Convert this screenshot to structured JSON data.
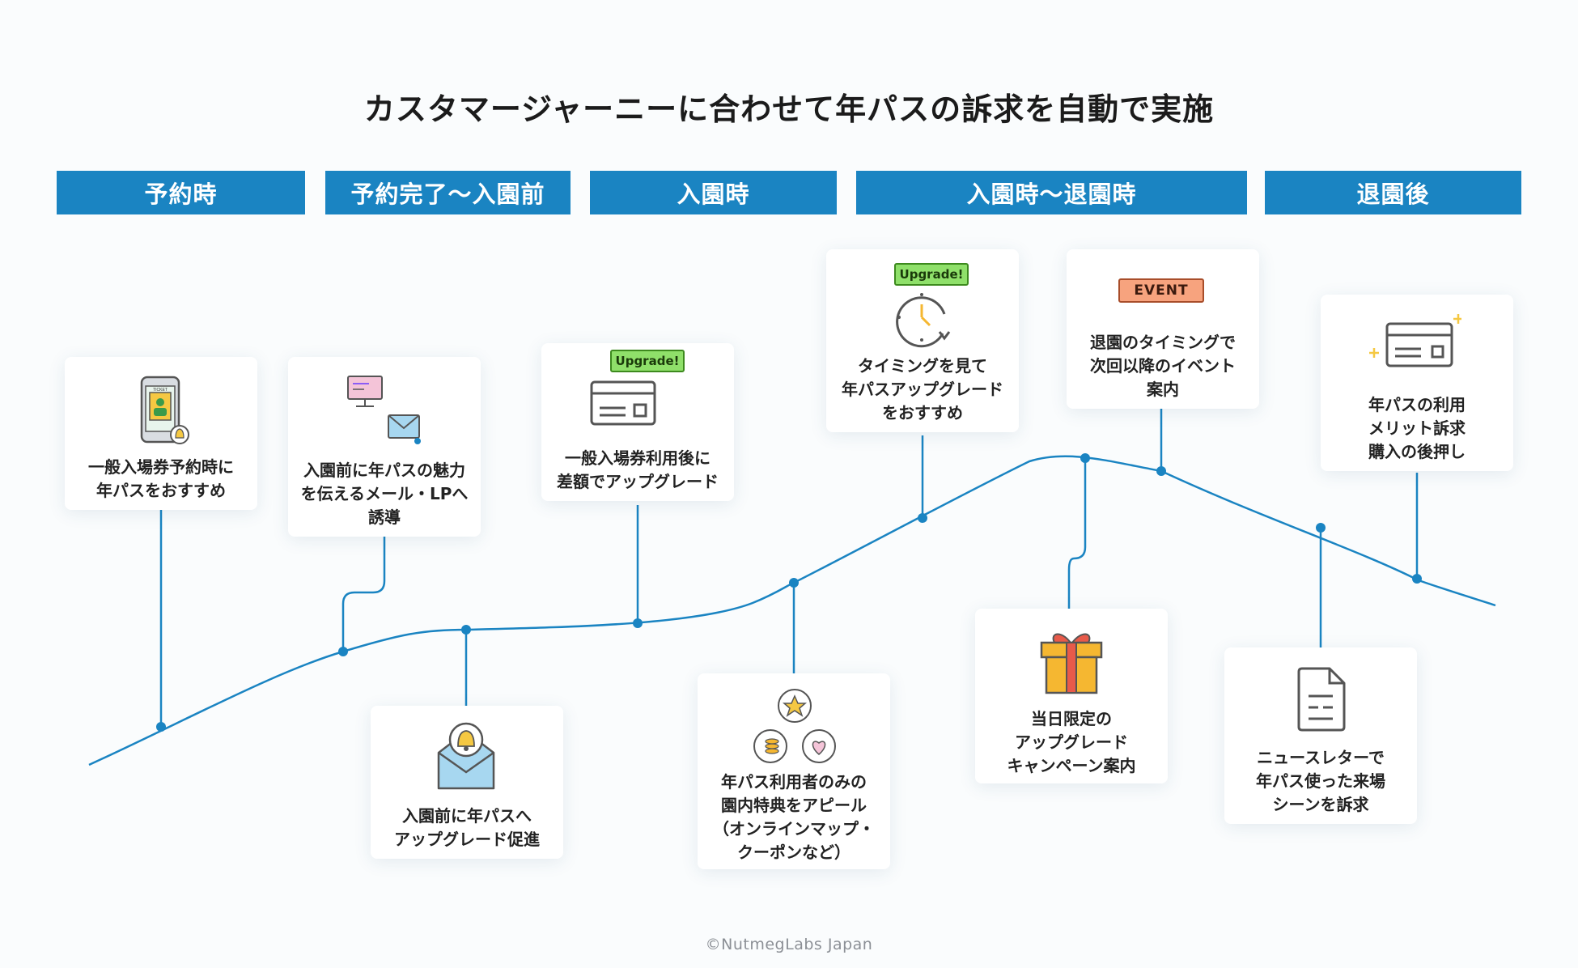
{
  "title": "カスタマージャーニーに合わせて年パスの訴求を自動で実施",
  "phases": [
    "予約時",
    "予約完了〜入園前",
    "入園時",
    "入園時〜退園時",
    "退園後"
  ],
  "cards": {
    "c1": "一般入場券予約時に\n年パスをおすすめ",
    "c2": "入園前に年パスの魅力\nを伝えるメール・LPへ\n誘導",
    "c3": "入園前に年パスへ\nアップグレード促進",
    "c4": "一般入場券利用後に\n差額でアップグレード",
    "c5": "年パス利用者のみの\n園内特典をアピール\n（オンラインマップ・\nクーポンなど）",
    "c6": "タイミングを見て\n年パスアップグレード\nをおすすめ",
    "c7": "当日限定の\nアップグレード\nキャンペーン案内",
    "c8": "退園のタイミングで\n次回以降のイベント\n案内",
    "c9": "ニュースレターで\n年パス使った来場\nシーンを訴求",
    "c10": "年パスの利用\nメリット訴求\n購入の後押し"
  },
  "badges": {
    "upgrade": "Upgrade!",
    "event": "EVENT",
    "ticket": "TICKET"
  },
  "colors": {
    "accent": "#1a84c2",
    "line": "#1a84c2",
    "upgrade_badge": "#8fe06a",
    "event_badge": "#f7a37e",
    "gift": "#f5b731",
    "bell": "#f5c842"
  },
  "credit": "©NutmegLabs Japan"
}
